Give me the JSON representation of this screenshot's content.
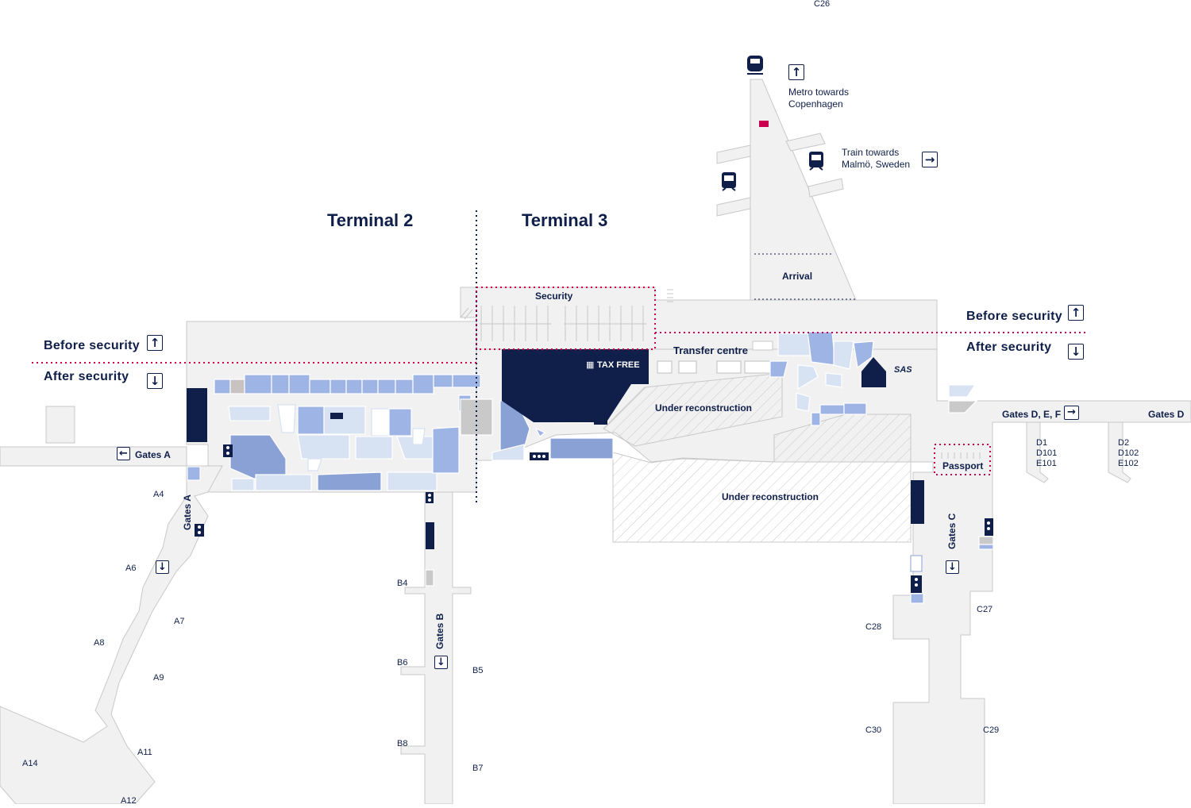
{
  "terminals": {
    "t2": "Terminal 2",
    "t3": "Terminal 3"
  },
  "security": {
    "security_label": "Security",
    "before_left": "Before security",
    "after_left": "After security",
    "before_right": "Before security",
    "after_right": "After security"
  },
  "areas": {
    "transfer": "Transfer centre",
    "reconstruction_1": "Under reconstruction",
    "reconstruction_2": "Under reconstruction",
    "arrival": "Arrival",
    "passport": "Passport",
    "tax_free_main": "TAX FREE"
  },
  "transport": {
    "metro_line1": "Metro towards",
    "metro_line2": "Copenhagen",
    "train_line1": "Train towards",
    "train_line2": "Malmö, Sweden"
  },
  "gates": {
    "gates_a_dir": "Gates A",
    "gates_a_pier": "Gates A",
    "gates_b": "Gates B",
    "gates_c": "Gates C",
    "gates_def": "Gates D, E, F",
    "gates_d": "Gates D",
    "a": [
      "A4",
      "A6",
      "A7",
      "A8",
      "A9",
      "A11",
      "A12",
      "A14"
    ],
    "b": [
      "B4",
      "B5",
      "B6",
      "B7",
      "B8"
    ],
    "c": [
      "C26",
      "C27",
      "C28",
      "C29",
      "C30"
    ],
    "d_group1": [
      "D1",
      "D101",
      "E101"
    ],
    "d_group2": [
      "D2",
      "D102",
      "E102"
    ]
  },
  "icons": [
    "metro-icon",
    "train-icon",
    "arrow-up-icon",
    "arrow-down-icon",
    "arrow-left-icon",
    "arrow-right-icon",
    "tax-free-icon",
    "sas-lounge-icon"
  ],
  "colors": {
    "floor": "#f1f1f1",
    "outline": "#c8c8c8",
    "shop_light": "#d7e2f3",
    "shop_mid": "#9eb4e4",
    "shop_dark": "#8aa1d6",
    "navy": "#0f1f4a",
    "security_line": "#c8004e"
  }
}
